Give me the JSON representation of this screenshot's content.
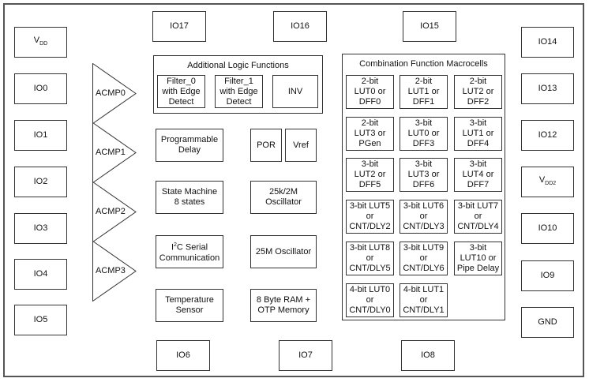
{
  "pins": {
    "io17": "IO17",
    "io16": "IO16",
    "io15": "IO15",
    "vdd_main": "V",
    "vdd_sub": "DD",
    "io0": "IO0",
    "io1": "IO1",
    "io2": "IO2",
    "io3": "IO3",
    "io4": "IO4",
    "io5": "IO5",
    "io14": "IO14",
    "io13": "IO13",
    "io12": "IO12",
    "vdd2_main": "V",
    "vdd2_sub": "DD2",
    "io10": "IO10",
    "io9": "IO9",
    "gnd": "GND",
    "io6": "IO6",
    "io7": "IO7",
    "io8": "IO8"
  },
  "comparators": [
    "ACMP0",
    "ACMP1",
    "ACMP2",
    "ACMP3"
  ],
  "logic": {
    "title": "Additional Logic Functions",
    "filter0": [
      "Filter_0",
      "with Edge",
      "Detect"
    ],
    "filter1": [
      "Filter_1",
      "with Edge",
      "Detect"
    ],
    "inv": "INV"
  },
  "blocks": {
    "prog_delay": [
      "Programmable",
      "Delay"
    ],
    "state_machine": [
      "State Machine",
      "8 states"
    ],
    "i2c_i": "I",
    "i2c_sup": "2",
    "i2c_rest": "C Serial",
    "i2c_line2": "Communication",
    "temp": [
      "Temperature",
      "Sensor"
    ],
    "por": "POR",
    "vref": "Vref",
    "osc_25k": [
      "25k/2M",
      "Oscillator"
    ],
    "osc_25m": "25M Oscillator",
    "ram": [
      "8 Byte RAM +",
      "OTP Memory"
    ]
  },
  "macrocells": {
    "title": "Combination Function Macrocells",
    "cells": [
      [
        "2-bit",
        "LUT0 or",
        "DFF0"
      ],
      [
        "2-bit",
        "LUT1 or",
        "DFF1"
      ],
      [
        "2-bit",
        "LUT2 or",
        "DFF2"
      ],
      [
        "2-bit",
        "LUT3 or",
        "PGen"
      ],
      [
        "3-bit",
        "LUT0 or",
        "DFF3"
      ],
      [
        "3-bit",
        "LUT1 or",
        "DFF4"
      ],
      [
        "3-bit",
        "LUT2 or",
        "DFF5"
      ],
      [
        "3-bit",
        "LUT3 or",
        "DFF6"
      ],
      [
        "3-bit",
        "LUT4 or",
        "DFF7"
      ],
      [
        "3-bit LUT5",
        "or",
        "CNT/DLY2"
      ],
      [
        "3-bit LUT6",
        "or",
        "CNT/DLY3"
      ],
      [
        "3-bit LUT7",
        "or",
        "CNT/DLY4"
      ],
      [
        "3-bit LUT8",
        "or",
        "CNT/DLY5"
      ],
      [
        "3-bit LUT9",
        "or",
        "CNT/DLY6"
      ],
      [
        "3-bit",
        "LUT10 or",
        "Pipe Delay"
      ],
      [
        "4-bit LUT0",
        "or",
        "CNT/DLY0"
      ],
      [
        "4-bit LUT1",
        "or",
        "CNT/DLY1"
      ]
    ]
  }
}
